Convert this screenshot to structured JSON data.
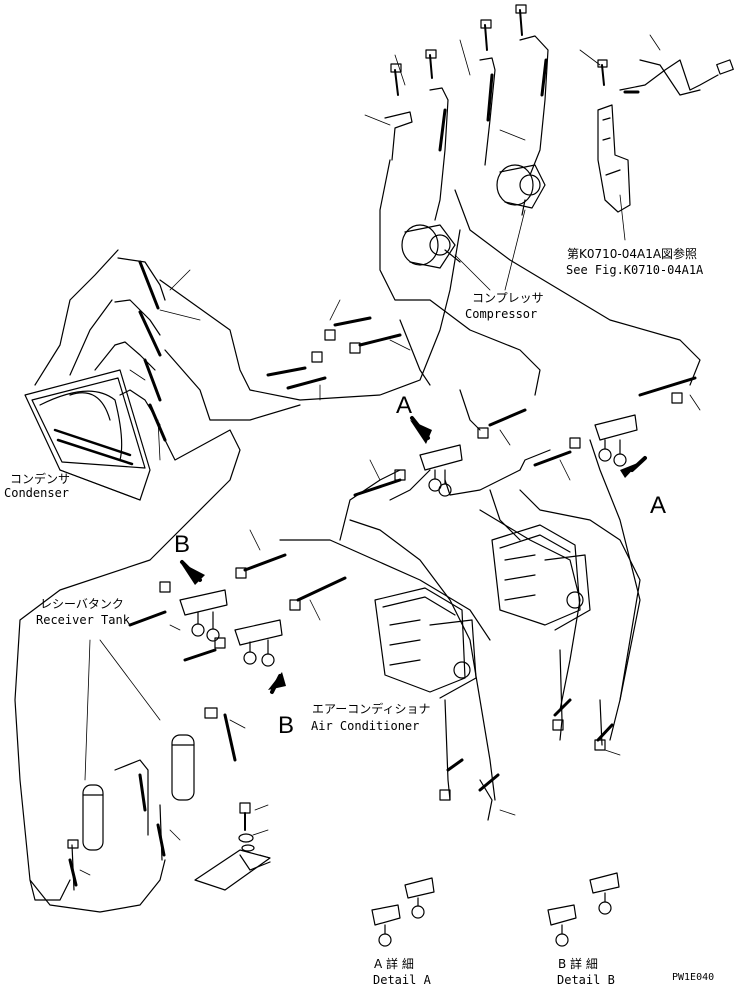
{
  "labels": {
    "condenser_jp": "コンデンサ",
    "condenser_en": "Condenser",
    "compressor_jp": "コンプレッサ",
    "compressor_en": "Compressor",
    "receiver_jp": "レシーバタンク",
    "receiver_en": "Receiver Tank",
    "aircon_jp": "エアーコンディショナ",
    "aircon_en": "Air Conditioner",
    "ref_jp": "第K0710-04A1A図参照",
    "ref_en": "See Fig.K0710-04A1A",
    "detail_a_jp": "A 詳 細",
    "detail_a_en": "Detail A",
    "detail_b_jp": "B 詳 細",
    "detail_b_en": "Detail B",
    "view_a": "A",
    "view_b": "B",
    "drawing_code": "PW1E040"
  }
}
